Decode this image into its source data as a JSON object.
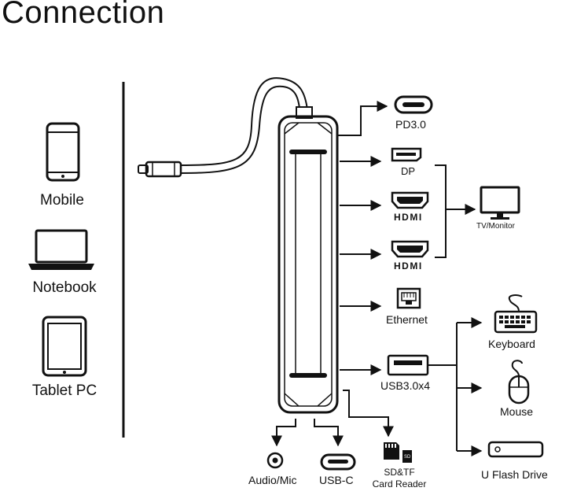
{
  "title": "Connection",
  "devices": {
    "mobile": "Mobile",
    "notebook": "Notebook",
    "tablet": "Tablet PC"
  },
  "ports": {
    "pd": "PD3.0",
    "dp": "DP",
    "hdmi1": "HDMI",
    "hdmi2": "HDMI",
    "ethernet": "Ethernet",
    "usb3": "USB3.0x4",
    "audio": "Audio/Mic",
    "usbc": "USB-C",
    "sdtf_line1": "SD&TF",
    "sdtf_line2": "Card Reader"
  },
  "targets": {
    "tv": "TV/Monitor",
    "keyboard": "Keyboard",
    "mouse": "Mouse",
    "flash": "U Flash Drive"
  },
  "icons": [
    "phone-icon",
    "laptop-icon",
    "tablet-icon",
    "usb-c-plug-icon",
    "hub-icon",
    "usb-c-port-icon",
    "displayport-icon",
    "hdmi-port-icon",
    "monitor-icon",
    "ethernet-port-icon",
    "usb-a-port-icon",
    "keyboard-icon",
    "mouse-icon",
    "flash-drive-icon",
    "audio-jack-icon",
    "sd-card-icon"
  ]
}
